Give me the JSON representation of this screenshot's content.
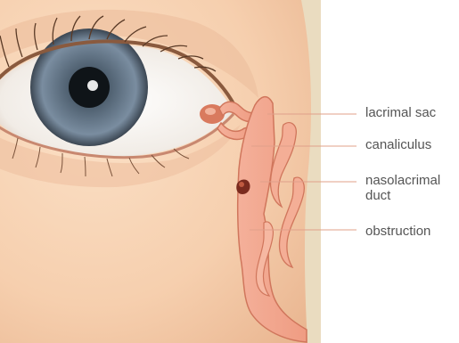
{
  "labels": {
    "lacrimal_sac": "lacrimal sac",
    "canaliculus": "canaliculus",
    "nasolacrimal_line1": "nasolacrimal",
    "nasolacrimal_line2": "duct",
    "obstruction": "obstruction"
  },
  "colors": {
    "skin": "#f6cfae",
    "background_tan": "#eadcc0",
    "duct_fill": "#f2a48c",
    "duct_stroke": "#d0765c",
    "iris": "#6f8293",
    "leader_line": "#e0a08a",
    "label_text": "#555555"
  }
}
